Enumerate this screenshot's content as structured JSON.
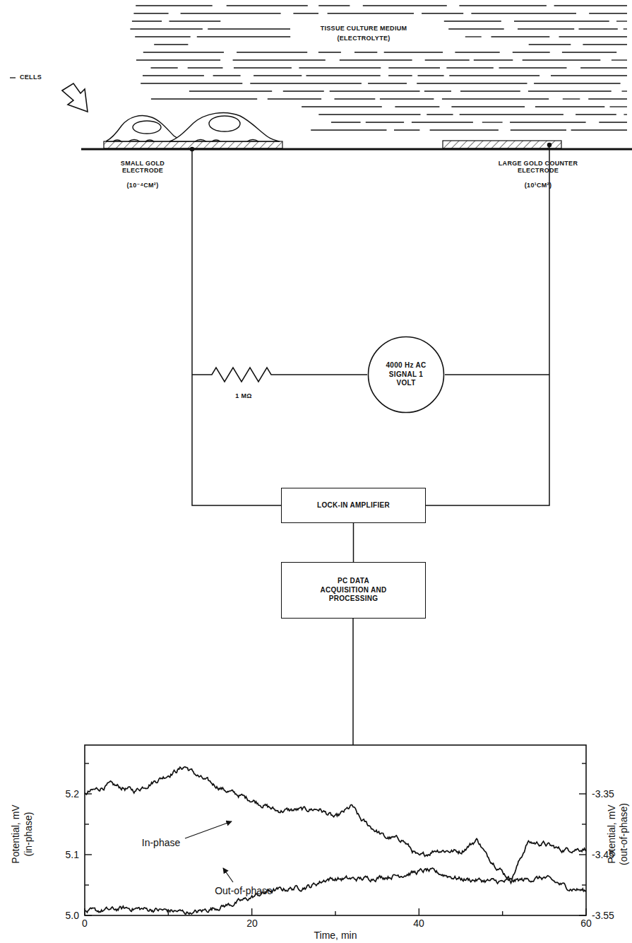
{
  "diagram": {
    "nodes": [
      {
        "text": [
          "4000 Hz AC SIGNAL 1 VOLT"
        ]
      },
      {
        "text": [
          "LOCK-IN AMPLIFIER"
        ]
      },
      {
        "text": [
          "PC DATA ACQUISITION AND PROCESSING"
        ]
      }
    ],
    "edges": [
      {
        "from": 1,
        "to": 2,
        "arrow": "none"
      }
    ],
    "labels": [
      "TISSUE CULTURE MEDIUM",
      "(ELECTROLYTE)",
      "CELLS",
      "SMALL GOLD ELECTRODE",
      "(10⁻⁴CM²)",
      "LARGE GOLD COUNTER ELECTRODE",
      "(10¹CM²)",
      "1 MΩ",
      "0",
      "20",
      "40",
      "60",
      "Time, min",
      "5.0",
      "5.1",
      "5.2",
      "-3.35",
      "-3.45",
      "-3.55",
      "Potential, mV",
      "(in-phase)",
      "Potential, mV",
      "(out-of-phase)",
      "In-phase",
      "Out-of-phase"
    ]
  }
}
